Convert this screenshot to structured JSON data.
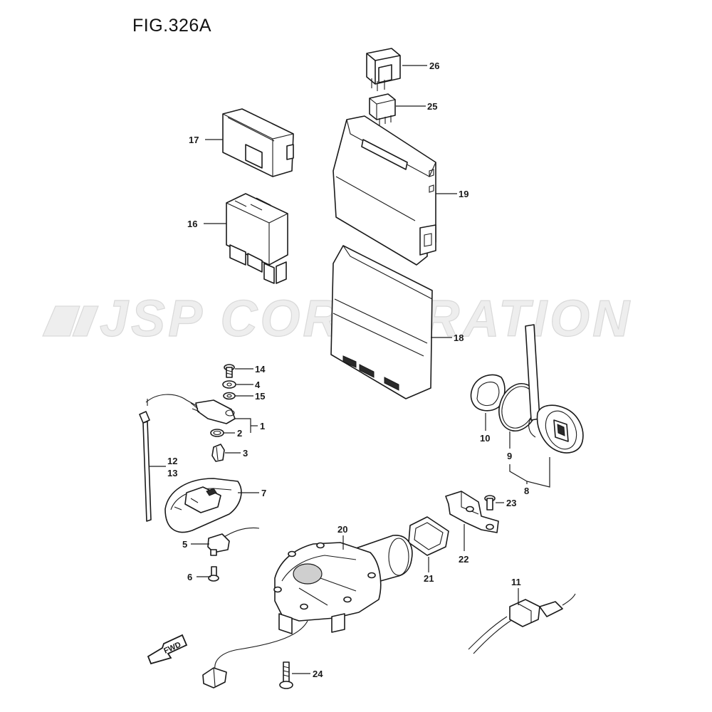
{
  "figure": {
    "title": "FIG.326A"
  },
  "watermark": {
    "text": "JSP CORPORATION"
  },
  "fwd_arrow": {
    "label": "FWD"
  },
  "callouts": [
    "1",
    "2",
    "3",
    "4",
    "5",
    "6",
    "7",
    "8",
    "9",
    "10",
    "11",
    "12",
    "13",
    "14",
    "15",
    "16",
    "17",
    "18",
    "19",
    "20",
    "21",
    "22",
    "23",
    "24",
    "25",
    "26"
  ],
  "colors": {
    "line": "#1a1a1a",
    "watermark": "#d9d9d9",
    "background": "#ffffff"
  }
}
